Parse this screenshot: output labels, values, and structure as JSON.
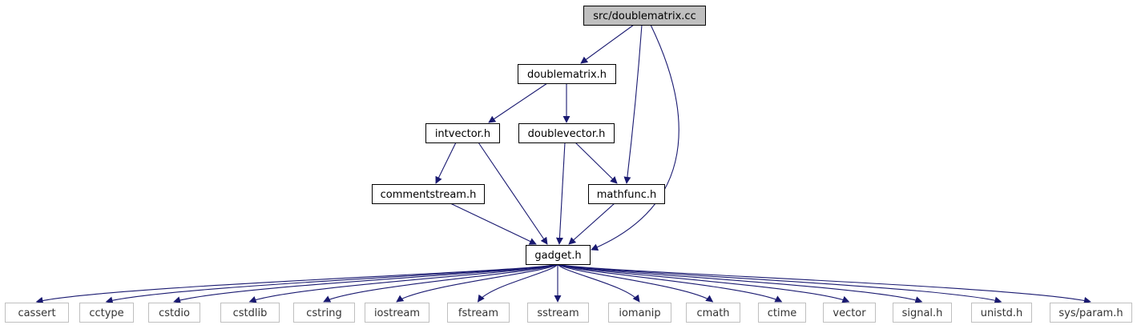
{
  "graph": {
    "root": "src/doublematrix.cc",
    "nodes": [
      {
        "id": "root",
        "label": "src/doublematrix.cc",
        "kind": "root"
      },
      {
        "id": "doublematrix_h",
        "label": "doublematrix.h",
        "kind": "local"
      },
      {
        "id": "intvector_h",
        "label": "intvector.h",
        "kind": "local"
      },
      {
        "id": "doublevector_h",
        "label": "doublevector.h",
        "kind": "local"
      },
      {
        "id": "commentstream_h",
        "label": "commentstream.h",
        "kind": "local"
      },
      {
        "id": "mathfunc_h",
        "label": "mathfunc.h",
        "kind": "local"
      },
      {
        "id": "gadget_h",
        "label": "gadget.h",
        "kind": "local"
      },
      {
        "id": "cassert",
        "label": "cassert",
        "kind": "system"
      },
      {
        "id": "cctype",
        "label": "cctype",
        "kind": "system"
      },
      {
        "id": "cstdio",
        "label": "cstdio",
        "kind": "system"
      },
      {
        "id": "cstdlib",
        "label": "cstdlib",
        "kind": "system"
      },
      {
        "id": "cstring",
        "label": "cstring",
        "kind": "system"
      },
      {
        "id": "iostream",
        "label": "iostream",
        "kind": "system"
      },
      {
        "id": "fstream",
        "label": "fstream",
        "kind": "system"
      },
      {
        "id": "sstream",
        "label": "sstream",
        "kind": "system"
      },
      {
        "id": "iomanip",
        "label": "iomanip",
        "kind": "system"
      },
      {
        "id": "cmath",
        "label": "cmath",
        "kind": "system"
      },
      {
        "id": "ctime",
        "label": "ctime",
        "kind": "system"
      },
      {
        "id": "vector",
        "label": "vector",
        "kind": "system"
      },
      {
        "id": "signal_h",
        "label": "signal.h",
        "kind": "system"
      },
      {
        "id": "unistd_h",
        "label": "unistd.h",
        "kind": "system"
      },
      {
        "id": "sys_param_h",
        "label": "sys/param.h",
        "kind": "system"
      }
    ],
    "edges": [
      {
        "from": "root",
        "to": "doublematrix_h"
      },
      {
        "from": "root",
        "to": "mathfunc_h"
      },
      {
        "from": "root",
        "to": "gadget_h"
      },
      {
        "from": "doublematrix_h",
        "to": "intvector_h"
      },
      {
        "from": "doublematrix_h",
        "to": "doublevector_h"
      },
      {
        "from": "intvector_h",
        "to": "commentstream_h"
      },
      {
        "from": "intvector_h",
        "to": "gadget_h"
      },
      {
        "from": "doublevector_h",
        "to": "mathfunc_h"
      },
      {
        "from": "doublevector_h",
        "to": "gadget_h"
      },
      {
        "from": "commentstream_h",
        "to": "gadget_h"
      },
      {
        "from": "mathfunc_h",
        "to": "gadget_h"
      },
      {
        "from": "gadget_h",
        "to": "cassert"
      },
      {
        "from": "gadget_h",
        "to": "cctype"
      },
      {
        "from": "gadget_h",
        "to": "cstdio"
      },
      {
        "from": "gadget_h",
        "to": "cstdlib"
      },
      {
        "from": "gadget_h",
        "to": "cstring"
      },
      {
        "from": "gadget_h",
        "to": "iostream"
      },
      {
        "from": "gadget_h",
        "to": "fstream"
      },
      {
        "from": "gadget_h",
        "to": "sstream"
      },
      {
        "from": "gadget_h",
        "to": "iomanip"
      },
      {
        "from": "gadget_h",
        "to": "cmath"
      },
      {
        "from": "gadget_h",
        "to": "ctime"
      },
      {
        "from": "gadget_h",
        "to": "vector"
      },
      {
        "from": "gadget_h",
        "to": "signal_h"
      },
      {
        "from": "gadget_h",
        "to": "unistd_h"
      },
      {
        "from": "gadget_h",
        "to": "sys_param_h"
      }
    ]
  },
  "colors": {
    "edge": "#191970",
    "root_fill": "#bfbfbf",
    "local_border": "#000000",
    "system_border": "#bfbfbf"
  }
}
